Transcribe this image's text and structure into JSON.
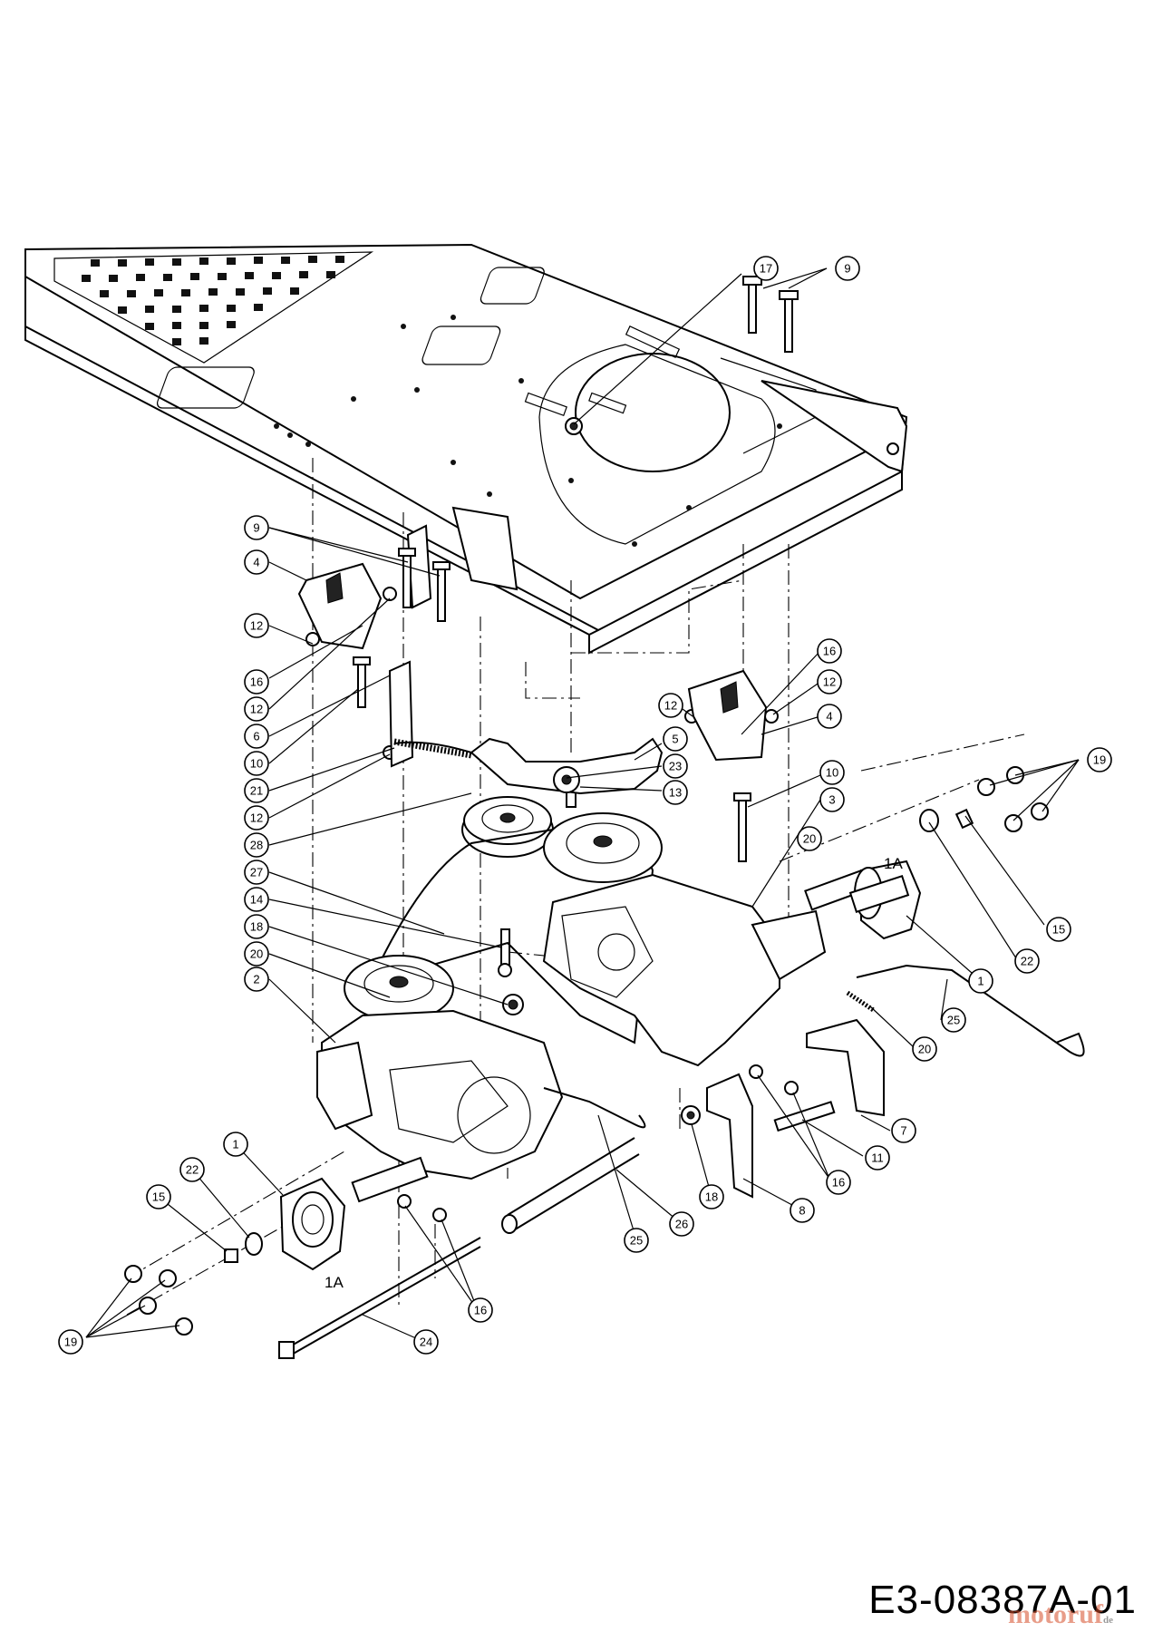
{
  "drawing_id": "E3-08387A-01",
  "watermark": "motoruf",
  "watermark_suffix": "de",
  "callouts": [
    {
      "label": "17"
    },
    {
      "label": "9"
    },
    {
      "label": "9"
    },
    {
      "label": "4"
    },
    {
      "label": "12"
    },
    {
      "label": "16"
    },
    {
      "label": "12"
    },
    {
      "label": "6"
    },
    {
      "label": "10"
    },
    {
      "label": "21"
    },
    {
      "label": "12"
    },
    {
      "label": "28"
    },
    {
      "label": "27"
    },
    {
      "label": "14"
    },
    {
      "label": "18"
    },
    {
      "label": "20"
    },
    {
      "label": "2"
    },
    {
      "label": "5"
    },
    {
      "label": "23"
    },
    {
      "label": "13"
    },
    {
      "label": "12"
    },
    {
      "label": "16"
    },
    {
      "label": "12"
    },
    {
      "label": "4"
    },
    {
      "label": "10"
    },
    {
      "label": "3"
    },
    {
      "label": "20"
    },
    {
      "label": "19"
    },
    {
      "label": "15"
    },
    {
      "label": "22"
    },
    {
      "label": "1"
    },
    {
      "label": "25"
    },
    {
      "label": "20"
    },
    {
      "label": "7"
    },
    {
      "label": "11"
    },
    {
      "label": "16"
    },
    {
      "label": "8"
    },
    {
      "label": "18"
    },
    {
      "label": "26"
    },
    {
      "label": "25"
    },
    {
      "label": "16"
    },
    {
      "label": "24"
    },
    {
      "label": "1"
    },
    {
      "label": "22"
    },
    {
      "label": "15"
    },
    {
      "label": "19"
    }
  ],
  "plain_labels": [
    {
      "label": "1A"
    },
    {
      "label": "1A"
    }
  ]
}
